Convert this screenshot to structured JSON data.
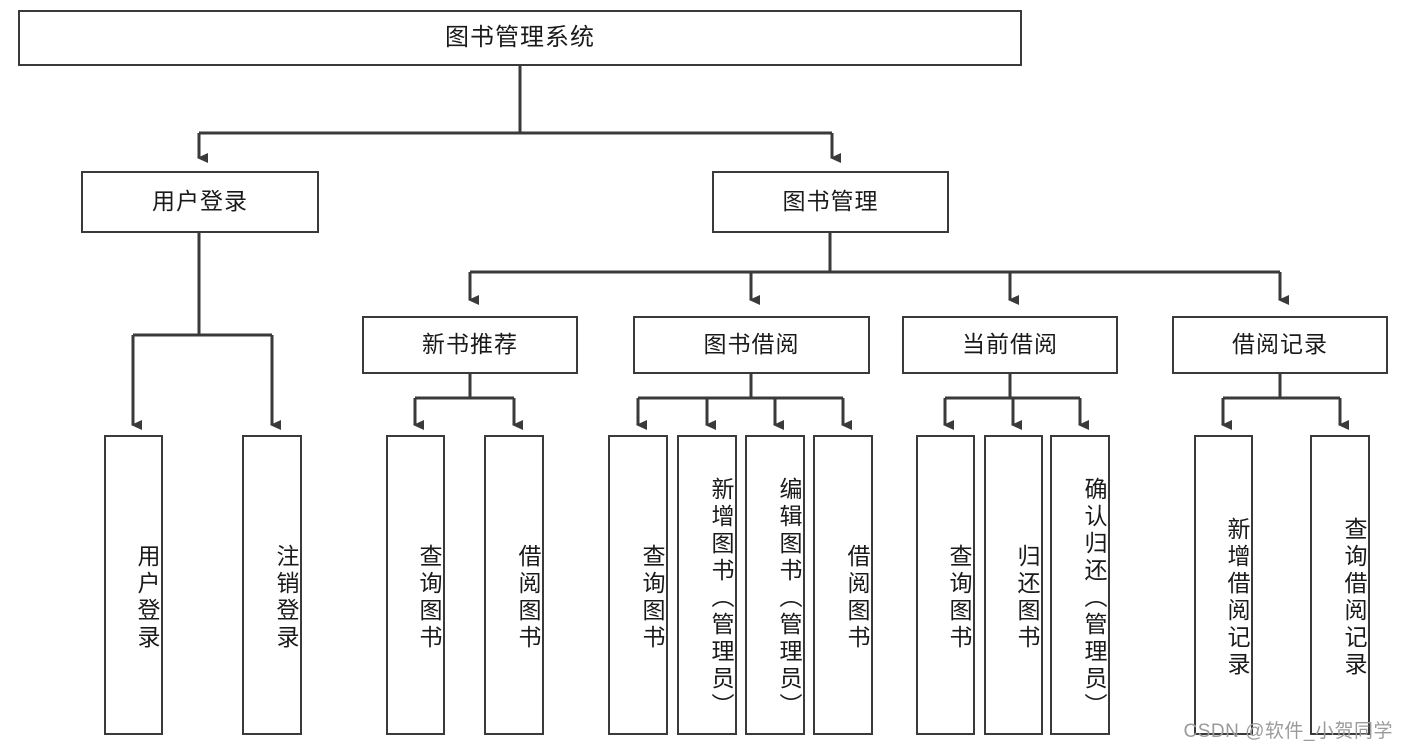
{
  "diagram": {
    "title": "图书管理系统",
    "type": "tree-hierarchy",
    "watermark": "CSDN @软件_小贺同学",
    "colors": {
      "box_border": "#3a3a3a",
      "box_fill": "#ffffff",
      "connector": "#3a3a3a",
      "text": "#1a1a1a",
      "watermark": "#9b9b9b"
    },
    "levels": {
      "root": {
        "label": "图书管理系统"
      },
      "level2": [
        {
          "id": "user-login",
          "label": "用户登录"
        },
        {
          "id": "book-manage",
          "label": "图书管理"
        }
      ],
      "level3": [
        {
          "id": "new-book-rec",
          "label": "新书推荐",
          "parent": "book-manage"
        },
        {
          "id": "book-borrow",
          "label": "图书借阅",
          "parent": "book-manage"
        },
        {
          "id": "current-borrow",
          "label": "当前借阅",
          "parent": "book-manage"
        },
        {
          "id": "borrow-record",
          "label": "借阅记录",
          "parent": "book-manage"
        }
      ],
      "leaves": [
        {
          "id": "leaf-user-login",
          "label": "用户登录",
          "parent": "user-login"
        },
        {
          "id": "leaf-logout-login",
          "label": "注销登录",
          "parent": "user-login"
        },
        {
          "id": "leaf-query-book-1",
          "label": "查询图书",
          "parent": "new-book-rec"
        },
        {
          "id": "leaf-borrow-book-1",
          "label": "借阅图书",
          "parent": "new-book-rec"
        },
        {
          "id": "leaf-query-book-2",
          "label": "查询图书",
          "parent": "book-borrow"
        },
        {
          "id": "leaf-add-book",
          "label": "新增图书（管理员）",
          "parent": "book-borrow"
        },
        {
          "id": "leaf-edit-book",
          "label": "编辑图书（管理员）",
          "parent": "book-borrow"
        },
        {
          "id": "leaf-borrow-book-2",
          "label": "借阅图书",
          "parent": "book-borrow"
        },
        {
          "id": "leaf-query-book-3",
          "label": "查询图书",
          "parent": "current-borrow"
        },
        {
          "id": "leaf-return-book",
          "label": "归还图书",
          "parent": "current-borrow"
        },
        {
          "id": "leaf-confirm-return",
          "label": "确认归还（管理员）",
          "parent": "current-borrow"
        },
        {
          "id": "leaf-add-record",
          "label": "新增借阅记录",
          "parent": "borrow-record"
        },
        {
          "id": "leaf-query-record",
          "label": "查询借阅记录",
          "parent": "borrow-record"
        }
      ]
    }
  }
}
